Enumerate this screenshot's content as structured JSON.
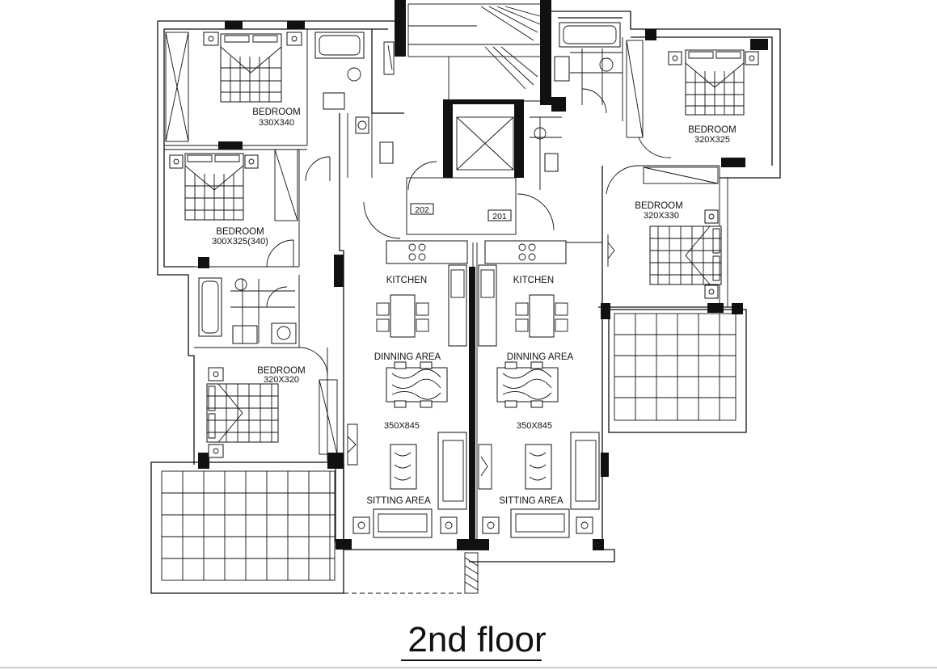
{
  "drawing": {
    "title": "2nd floor",
    "rooms": {
      "bedroom_nw": {
        "name": "BEDROOM",
        "size": "330X340"
      },
      "bedroom_w": {
        "name": "BEDROOM",
        "size": "300X325(340)"
      },
      "bedroom_sw": {
        "name": "BEDROOM",
        "size": "320X320"
      },
      "bedroom_ne": {
        "name": "BEDROOM",
        "size": "320X325"
      },
      "bedroom_e": {
        "name": "BEDROOM",
        "size": "320X330"
      },
      "kitchen_left": "KITCHEN",
      "kitchen_right": "KITCHEN",
      "dining_left": "DINNING AREA",
      "dining_right": "DINNING AREA",
      "size_left": "350X845",
      "size_right": "350X845",
      "sitting_left": "SITTING AREA",
      "sitting_right": "SITTING AREA"
    },
    "units": {
      "left": "202",
      "right": "201"
    }
  }
}
